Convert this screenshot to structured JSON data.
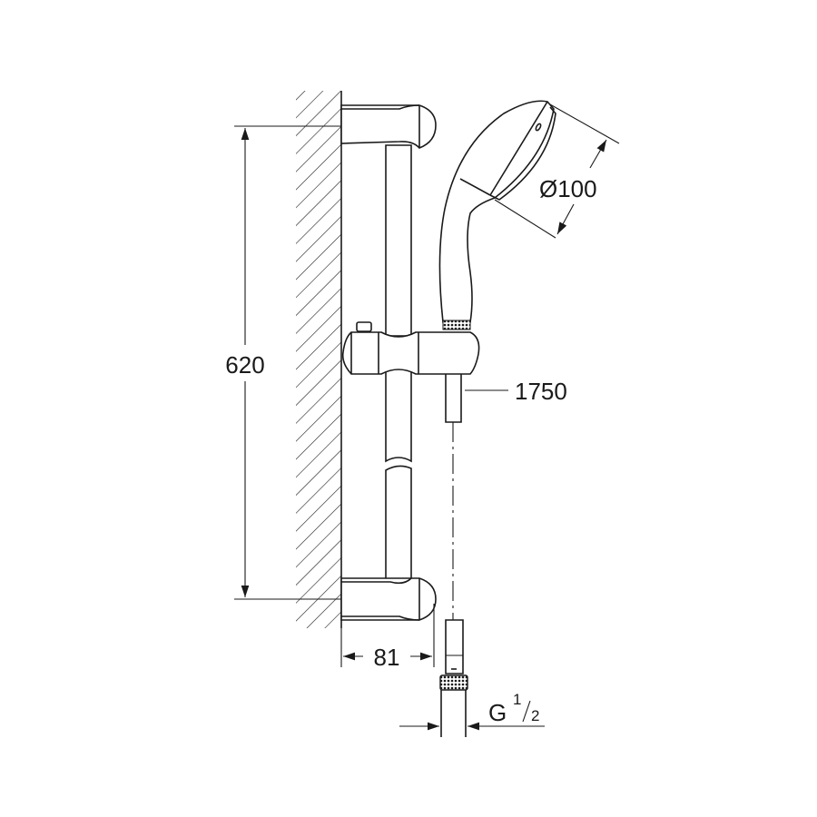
{
  "drawing": {
    "title": "Shower rail set dimension drawing",
    "dimensions": {
      "rail_height": "620",
      "head_diameter": "Ø100",
      "hose_length": "1750",
      "wall_projection": "81",
      "thread_main": "G",
      "thread_num": "1",
      "thread_den": "2"
    },
    "colors": {
      "line": "#1a1a1a",
      "background": "#ffffff"
    }
  }
}
